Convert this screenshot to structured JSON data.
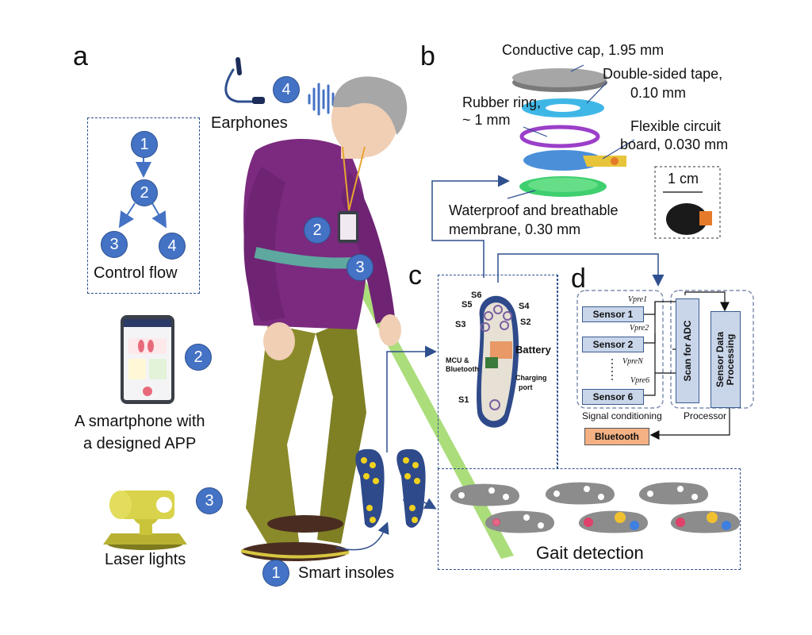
{
  "panels": {
    "a": "a",
    "b": "b",
    "c": "c",
    "d": "d"
  },
  "control_flow": {
    "label": "Control flow",
    "nodes": [
      "1",
      "2",
      "3",
      "4"
    ]
  },
  "earphones": {
    "label": "Earphones",
    "badge": "4"
  },
  "smartphone": {
    "line1": "A smartphone with",
    "line2": "a designed APP",
    "badge": "2"
  },
  "laser": {
    "label": "Laser lights",
    "badge": "3"
  },
  "insoles": {
    "label": "Smart insoles",
    "badge": "1"
  },
  "body_badges": {
    "phone": "2",
    "laser": "3"
  },
  "sensor_stack": {
    "cap": "Conductive cap, 1.95 mm",
    "tape_1": "Double-sided tape,",
    "tape_2": "0.10 mm",
    "ring_1": "Rubber ring,",
    "ring_2": "~ 1 mm",
    "pcb_1": "Flexible circuit",
    "pcb_2": "board, 0.030 mm",
    "membrane_1": "Waterproof and  breathable",
    "membrane_2": "membrane, 0.30 mm",
    "scale": "1 cm"
  },
  "insole_pcb": {
    "s6": "S6",
    "s5": "S5",
    "s4": "S4",
    "s3": "S3",
    "s2": "S2",
    "s1": "S1",
    "battery": "Battery",
    "mcu_1": "MCU &",
    "mcu_2": "Bluetooth",
    "charge_1": "Charging",
    "charge_2": "port"
  },
  "block_diagram": {
    "sensors": [
      "Sensor 1",
      "Sensor 2",
      "Sensor 6"
    ],
    "vpre": [
      "Vpre1",
      "Vpre2",
      "VpreN",
      "Vpre6"
    ],
    "adc": "Scan for ADC",
    "processing": "Sensor Data Processing",
    "signal_label": "Signal conditioning",
    "processor_label": "Processor",
    "bluetooth": "Bluetooth"
  },
  "gait": {
    "label": "Gait detection"
  },
  "colors": {
    "badge": "#4472c4",
    "shirt": "#7b2a7f",
    "pants": "#8a8a2a",
    "insole": "#2f4a8a",
    "sensor_dot": "#f0d21e",
    "laser": "#8fd14f",
    "bluetooth": "#f4b183"
  },
  "icons": [
    "earphones-icon",
    "soundwave-icon",
    "smartphone-icon",
    "laser-light-icon",
    "insole-icon"
  ]
}
